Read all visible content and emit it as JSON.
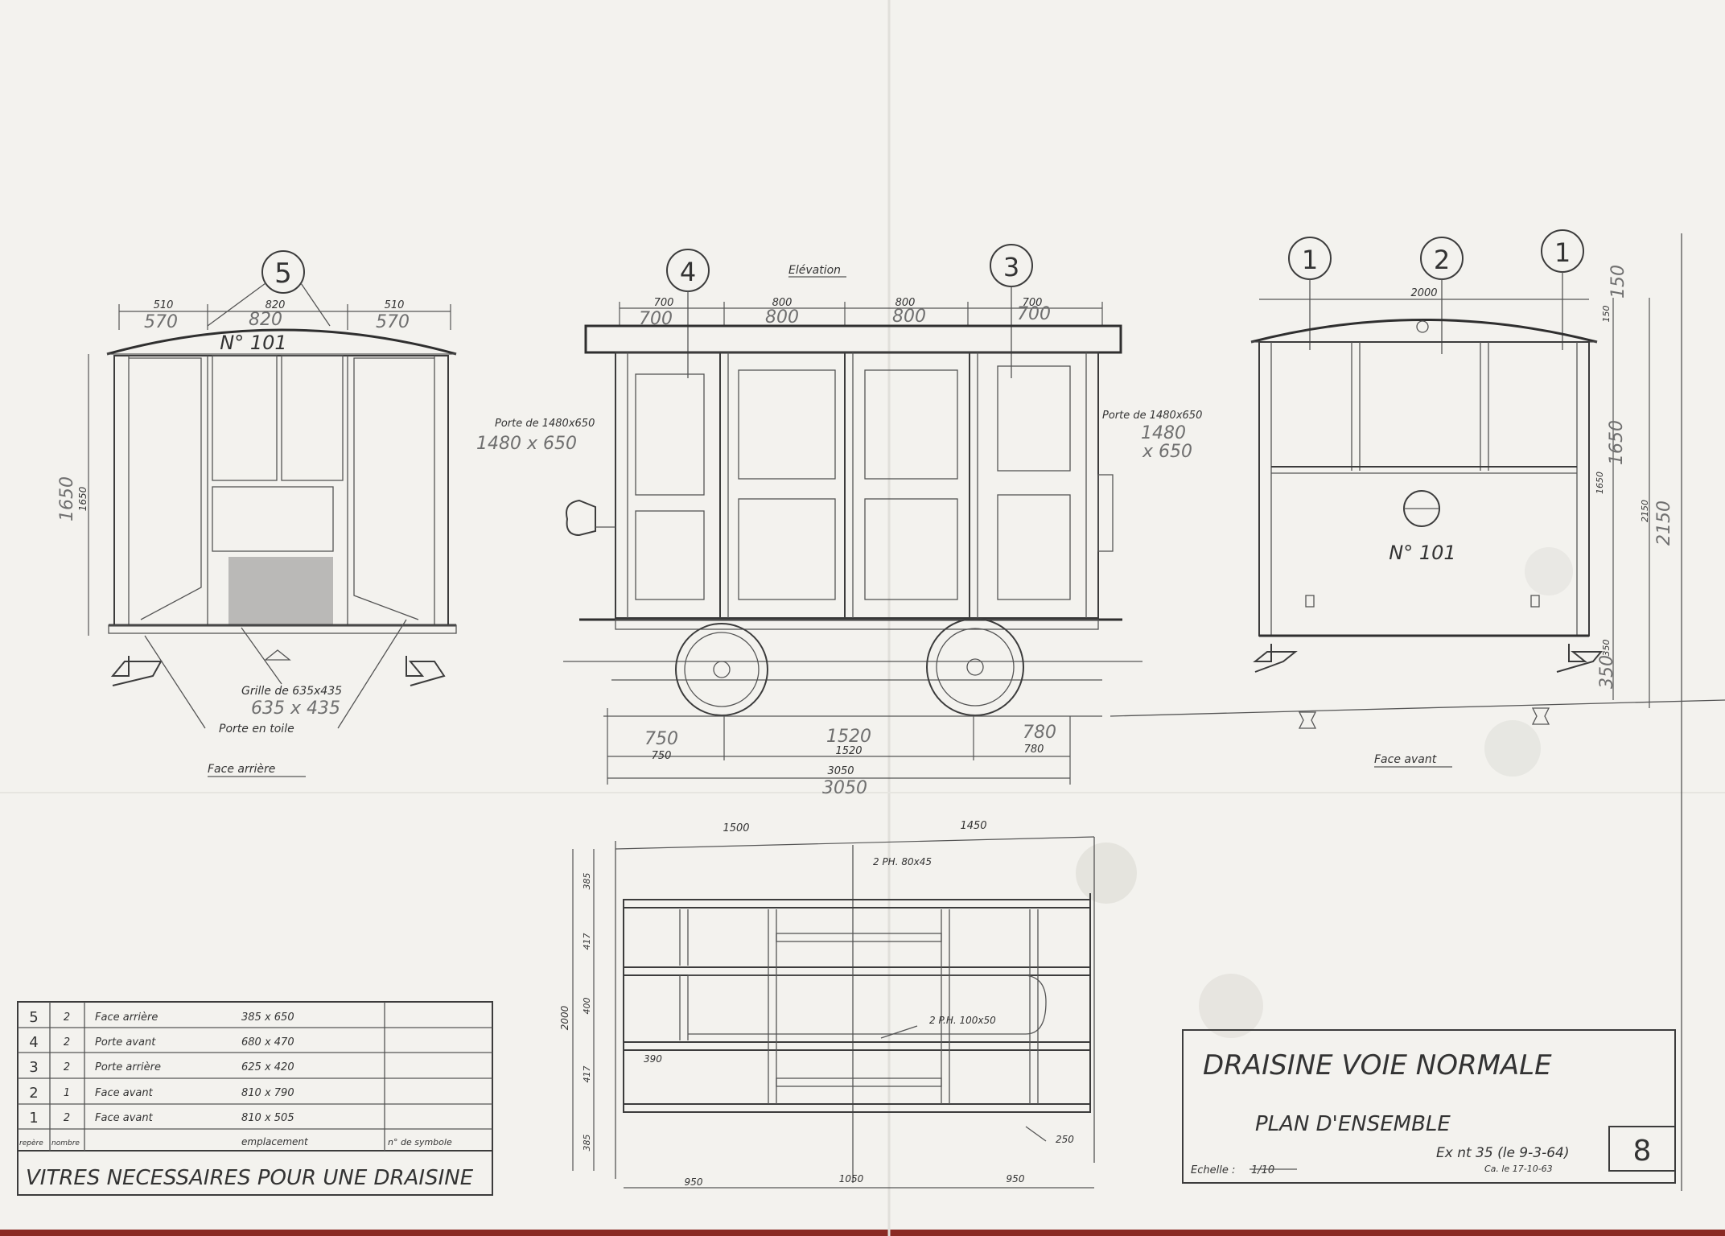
{
  "views": {
    "rear": {
      "title": "Face arrière",
      "callout": "5",
      "plate": "N° 101",
      "dims_ink": [
        "510",
        "820",
        "510"
      ],
      "dims_pencil": [
        "570",
        "820",
        "570"
      ],
      "height_ink": "1650",
      "height_pencil": "1650",
      "grille_ink": "Grille de 635x435",
      "grille_pencil": "635 x 435",
      "door_note": "Porte en toile"
    },
    "elevation": {
      "title": "Elévation",
      "callouts": [
        "4",
        "3"
      ],
      "dims_ink": [
        "700",
        "800",
        "800",
        "700"
      ],
      "dims_pencil": [
        "700",
        "800",
        "800",
        "700"
      ],
      "door_left_ink": "Porte de 1480x650",
      "door_left_pencil": "1480 x 650",
      "door_right_ink": "Porte de 1480x650",
      "door_right_pencil_1": "1480",
      "door_right_pencil_2": "x 650",
      "bottom_pencil": [
        "750",
        "1520",
        "780"
      ],
      "bottom_ink": [
        "750",
        "1520",
        "780"
      ],
      "total_ink": "3050",
      "total_pencil": "3050"
    },
    "front": {
      "title": "Face avant",
      "callouts": [
        "1",
        "2",
        "1"
      ],
      "plate": "N° 101",
      "width_ink": "2000",
      "dims_pencil": [
        "150",
        "1650",
        "2150",
        "350"
      ],
      "dims_ink": [
        "150",
        "1650",
        "2150",
        "350"
      ]
    },
    "plan": {
      "top_dims": [
        "1500",
        "1450"
      ],
      "bottom_dims": [
        "950",
        "1050",
        "950"
      ],
      "left_dims": [
        "385",
        "417",
        "400",
        "417",
        "385"
      ],
      "left_total": "2000",
      "note_top": "2 PH. 80x45",
      "note_mid": "2 P.H. 100x50",
      "dim_390": "390",
      "dim_250": "250"
    }
  },
  "glazing_table": {
    "rows": [
      {
        "ref": "5",
        "qty": "2",
        "place": "Face arrière",
        "size": "385 x 650"
      },
      {
        "ref": "4",
        "qty": "2",
        "place": "Porte avant",
        "size": "680 x 470"
      },
      {
        "ref": "3",
        "qty": "2",
        "place": "Porte arrière",
        "size": "625 x 420"
      },
      {
        "ref": "2",
        "qty": "1",
        "place": "Face avant",
        "size": "810 x 790"
      },
      {
        "ref": "1",
        "qty": "2",
        "place": "Face avant",
        "size": "810 x 505"
      }
    ],
    "header": {
      "ref": "repère",
      "qty": "nombre",
      "place": "emplacement",
      "symbol": "n° de symbole"
    },
    "footer": "VITRES NECESSAIRES POUR UNE DRAISINE"
  },
  "title_block": {
    "title": "DRAISINE VOIE NORMALE",
    "subtitle": "PLAN D'ENSEMBLE",
    "ref_line": "Ex nt 35 (le 9-3-64)",
    "date_line": "Ca. le 17-10-63",
    "scale_label": "Echelle :",
    "scale_value": "1/10",
    "sheet_no": "8"
  }
}
